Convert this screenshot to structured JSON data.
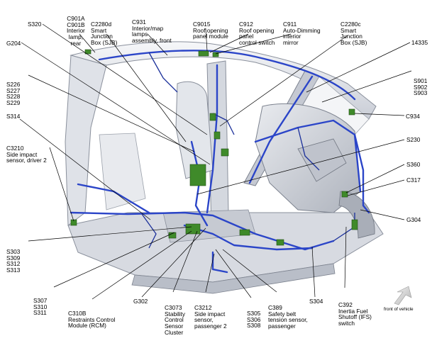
{
  "labels": [
    {
      "id": "c901",
      "lines": [
        "C901A",
        "C901B",
        "Interior",
        "lamp,",
        "rear"
      ]
    },
    {
      "id": "c2280d",
      "lines": [
        "C2280d",
        "Smart",
        "Junction",
        "Box (SJB)"
      ]
    },
    {
      "id": "c931",
      "lines": [
        "C931",
        "Interior/map",
        "lamps",
        "assembly, front"
      ]
    },
    {
      "id": "c9015",
      "lines": [
        "C9015",
        "Roof opening",
        "panel module"
      ]
    },
    {
      "id": "c912",
      "lines": [
        "C912",
        "Roof opening",
        "panel",
        "control switch"
      ]
    },
    {
      "id": "c911",
      "lines": [
        "C911",
        "Auto-Dimming",
        "interior",
        "mirror"
      ]
    },
    {
      "id": "c2280c",
      "lines": [
        "C2280c",
        "Smart",
        "Junction",
        "Box (SJB)"
      ]
    },
    {
      "id": "s320",
      "lines": [
        "S320"
      ]
    },
    {
      "id": "g204",
      "lines": [
        "G204"
      ]
    },
    {
      "id": "n14335",
      "lines": [
        "14335"
      ]
    },
    {
      "id": "s901",
      "lines": [
        "S901",
        "S902",
        "S903"
      ]
    },
    {
      "id": "s226",
      "lines": [
        "S226",
        "S227",
        "S228",
        "S229"
      ]
    },
    {
      "id": "s314",
      "lines": [
        "S314"
      ]
    },
    {
      "id": "c934",
      "lines": [
        "C934"
      ]
    },
    {
      "id": "s230",
      "lines": [
        "S230"
      ]
    },
    {
      "id": "c3210",
      "lines": [
        "C3210",
        "Side impact",
        "sensor, driver 2"
      ]
    },
    {
      "id": "s360",
      "lines": [
        "S360"
      ]
    },
    {
      "id": "c317",
      "lines": [
        "C317"
      ]
    },
    {
      "id": "g304",
      "lines": [
        "G304"
      ]
    },
    {
      "id": "s303",
      "lines": [
        "S303",
        "S309",
        "S312",
        "S313"
      ]
    },
    {
      "id": "s307",
      "lines": [
        "S307",
        "S310",
        "S311"
      ]
    },
    {
      "id": "c310b",
      "lines": [
        "C310B",
        "Restraints Control",
        "Module (RCM)"
      ]
    },
    {
      "id": "g302",
      "lines": [
        "G302"
      ]
    },
    {
      "id": "c3073",
      "lines": [
        "C3073",
        "Stability",
        "Control",
        "Sensor",
        "Cluster"
      ]
    },
    {
      "id": "c3212",
      "lines": [
        "C3212",
        "Side impact",
        "sensor,",
        "passenger 2"
      ]
    },
    {
      "id": "s305",
      "lines": [
        "S305",
        "S306",
        "S308"
      ]
    },
    {
      "id": "c389",
      "lines": [
        "C389",
        "Safety belt",
        "tension sensor,",
        "passenger"
      ]
    },
    {
      "id": "s304",
      "lines": [
        "S304"
      ]
    },
    {
      "id": "c392",
      "lines": [
        "C392",
        "Inertia Fuel",
        "Shutoff (IFS)",
        "switch"
      ]
    }
  ],
  "front_of_vehicle": "front of vehicle",
  "colors": {
    "wire": "#2b45c8",
    "wire_dark": "#1a2f9a",
    "connector": "#3f8a2a",
    "body_light": "#eef0f4",
    "body_mid": "#c9cdd6",
    "body_dark": "#8a909c",
    "leader": "#000000"
  }
}
